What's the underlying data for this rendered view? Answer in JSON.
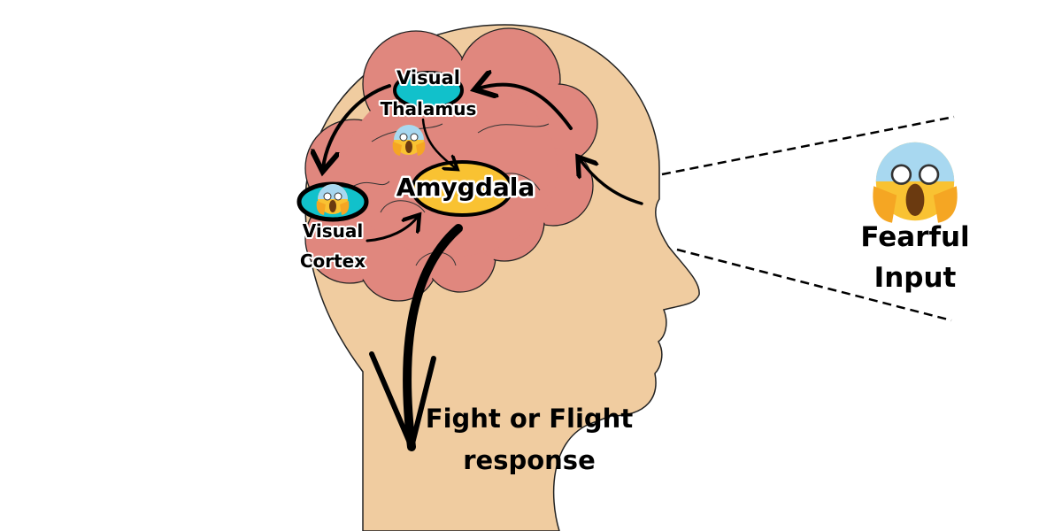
{
  "labels": {
    "visual_thalamus_line1": "Visual",
    "visual_thalamus_line2": "Thalamus",
    "amygdala": "Amygdala",
    "visual_cortex_line1": "Visual",
    "visual_cortex_line2": "Cortex",
    "fearful_input_line1": "Fearful",
    "fearful_input_line2": "Input",
    "response_line1": "Fight or Flight",
    "response_line2": "response"
  },
  "colors": {
    "skin": "#F0CCA0",
    "brain": "#E0877E",
    "thalamus": "#11C1CB",
    "amygdala": "#F9C232",
    "outline": "#000000"
  }
}
